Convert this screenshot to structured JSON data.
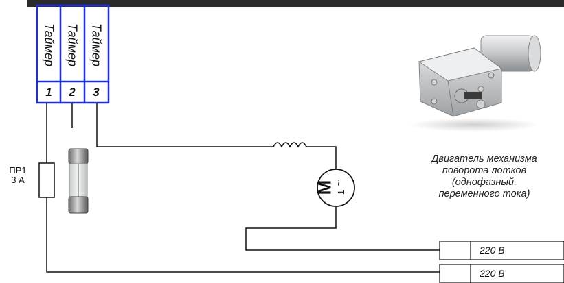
{
  "timer": {
    "labels": [
      "Таймер",
      "Таймер",
      "Таймер"
    ],
    "terminals": [
      "1",
      "2",
      "3"
    ]
  },
  "fuse": {
    "name": "ПР1",
    "rating": "3 А"
  },
  "motor": {
    "symbol_letter": "М",
    "symbol_wave": "~",
    "symbol_count": "1",
    "caption_lines": [
      "Двигатель механизма",
      "поворота лотков",
      "(однофазный,",
      "переменного тока)"
    ]
  },
  "supply": {
    "line1": "220 В",
    "line2": "220 В"
  },
  "colors": {
    "timer_border": "#1f2fd6",
    "wire": "#111111",
    "header_bar": "#2b2b2b"
  },
  "icons": [
    "glass-fuse-icon",
    "gear-motor-photo"
  ]
}
